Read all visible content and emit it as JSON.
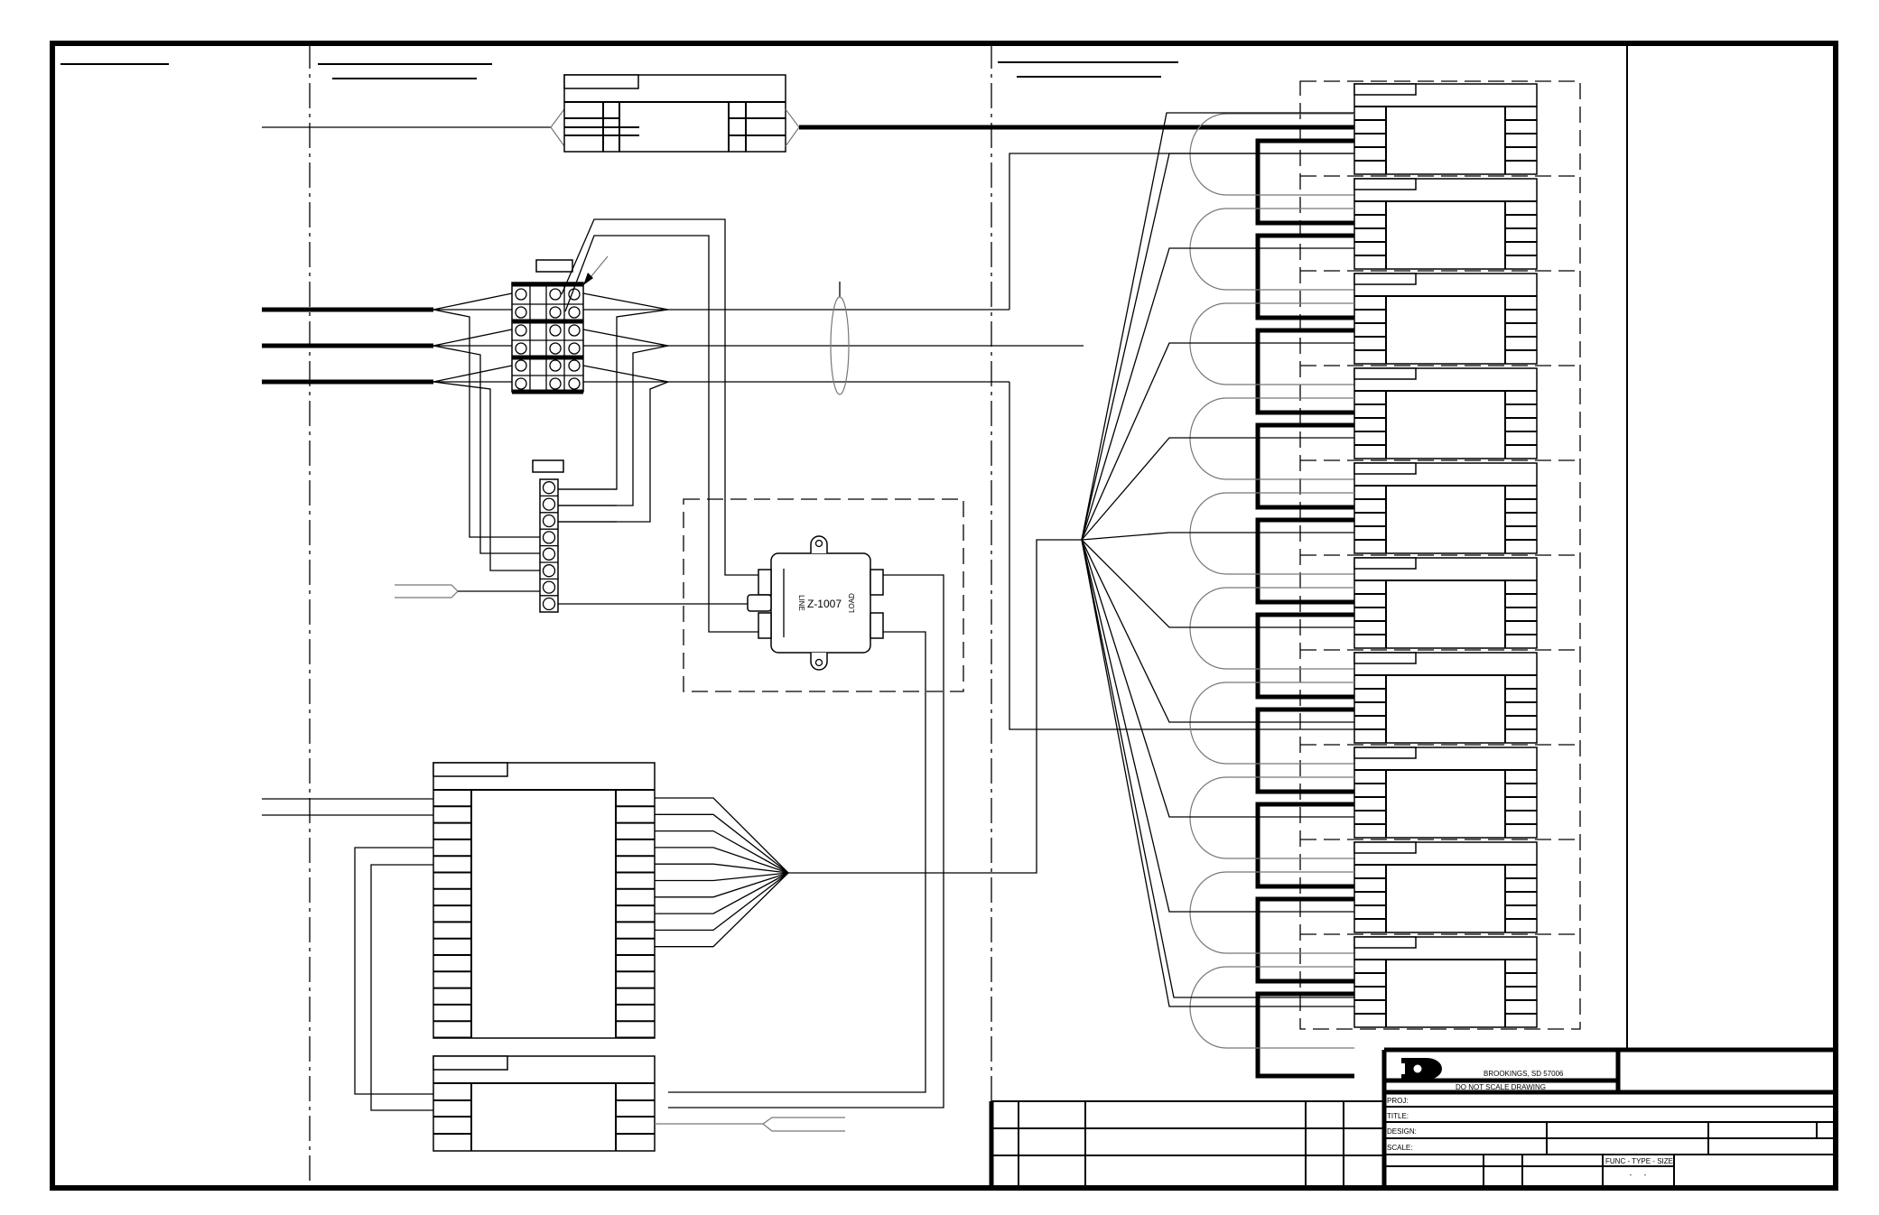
{
  "drawing": {
    "type": "electrical wiring schematic",
    "filter_module": {
      "part_number": "Z-1007",
      "line_label": "LINE",
      "load_label": "LOAD"
    },
    "title_block": {
      "company_location": "BROOKINGS, SD  57006",
      "notice": "DO NOT SCALE DRAWING",
      "fields": {
        "proj_label": "PROJ:",
        "title_label": "TITLE:",
        "design_label": "DESIGN:",
        "scale_label": "SCALE:",
        "func_type_size_label": "FUNC - TYPE - SIZE",
        "func_type_size_value": "-      -"
      }
    },
    "right_stack": {
      "module_count": 10
    }
  }
}
